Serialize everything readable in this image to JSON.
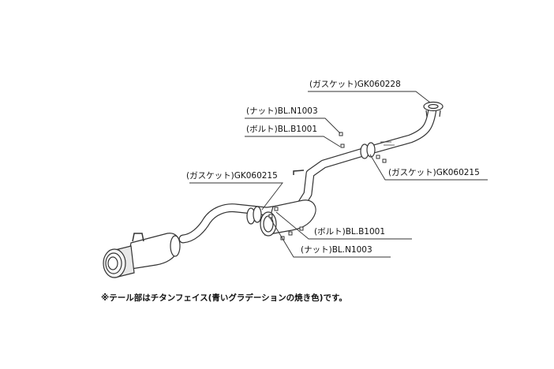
{
  "parts": {
    "gasket_top": "(ガスケット)GK060228",
    "nut_upper": "(ナット)BL.N1003",
    "bolt_upper": "(ボルト)BL.B1001",
    "gasket_right": "(ガスケット)GK060215",
    "gasket_left": "(ガスケット)GK060215",
    "bolt_lower": "(ボルト)BL.B1001",
    "nut_lower": "(ナット)BL.N1003"
  },
  "note": "※テール部はチタンフェイス(青いグラデーションの焼き色)です。"
}
